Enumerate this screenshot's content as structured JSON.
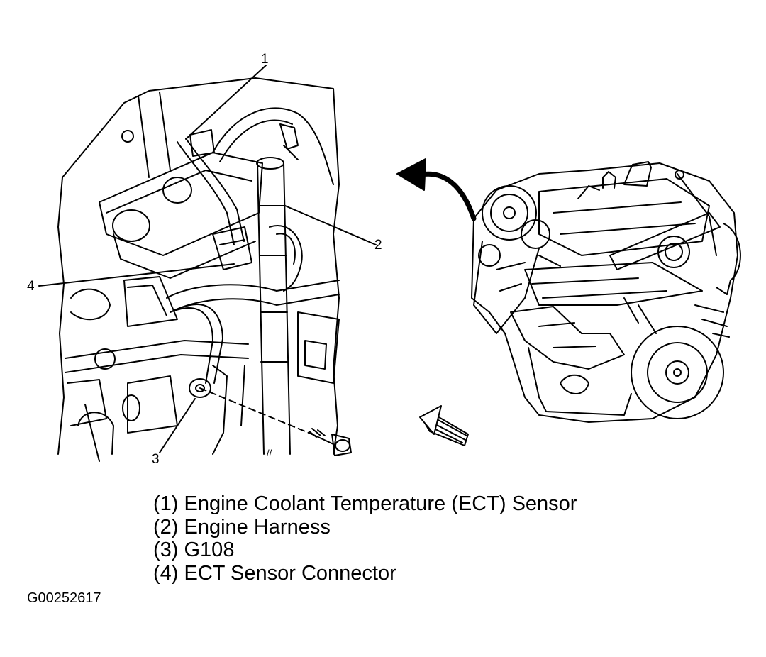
{
  "callouts": [
    "1",
    "2",
    "3",
    "4"
  ],
  "legend": [
    "(1) Engine Coolant Temperature (ECT) Sensor",
    "(2) Engine Harness",
    "(3) G108",
    "(4) ECT Sensor Connector"
  ],
  "figure_id": "G00252617",
  "small_mark": "//",
  "colors": {
    "ink": "#000000",
    "paper": "#ffffff"
  },
  "icons": [
    "view-arrow-icon",
    "direction-arrow-icon"
  ]
}
